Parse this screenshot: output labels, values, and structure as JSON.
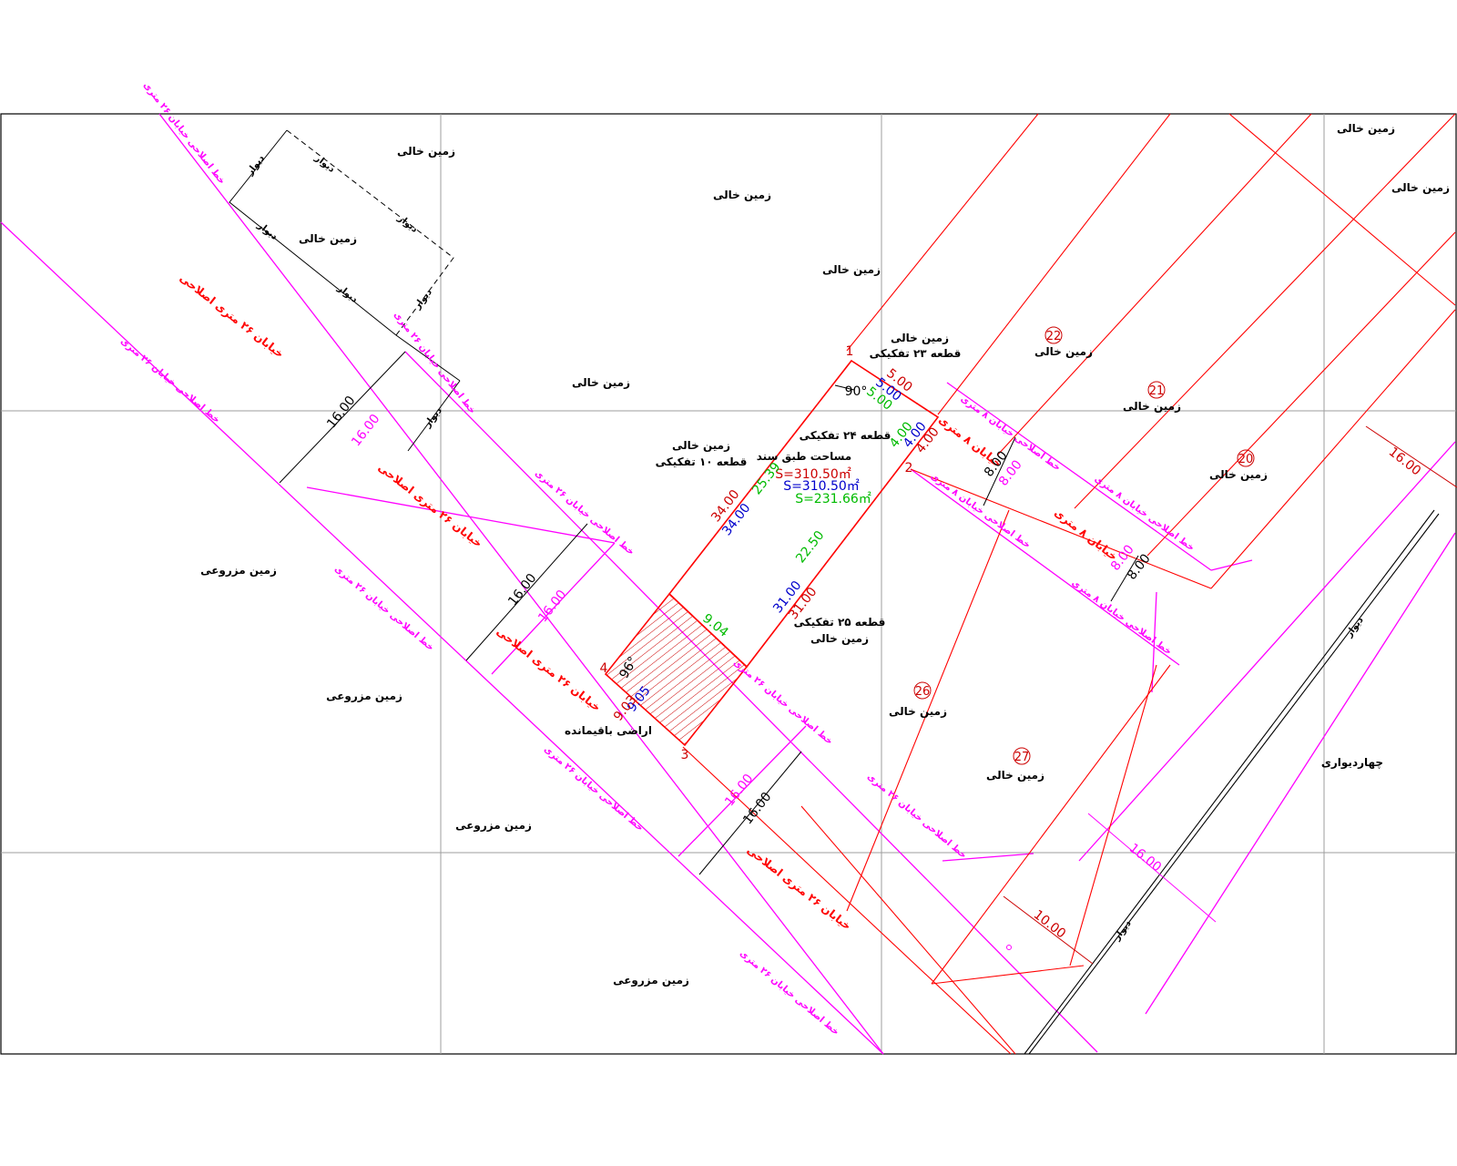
{
  "labels": {
    "vacant_land": "زمین خالی",
    "farm_land": "زمین مزروعی",
    "wall": "دیوار",
    "enclosure": "چهاردیواری",
    "remaining_land": "اراضی باقیمانده",
    "street_26": "خیابان ۲۶ متری اصلاحی",
    "street_8": "خیابان ۸ متری",
    "reform_line_26": "خط اصلاحی خیابان ۲۶ متری",
    "reform_line_8": "خط اصلاحی خیابان ۸ متری",
    "parcel_23": "قطعه ۲۳ تفکیکی",
    "parcel_24": "قطعه ۲۴ تفکیکی",
    "parcel_25": "قطعه ۲۵ تفکیکی",
    "parcel_10": "قطعه ۱۰ تفکیکی",
    "area_title": "مساحت طبق سند"
  },
  "areas": {
    "red": "S=310.50㎡",
    "blue": "S=310.50㎡",
    "green": "S=231.66㎡"
  },
  "dimensions": {
    "d16": "16.00",
    "d10": "10.00",
    "d8": "8.00",
    "d4": "4.00",
    "d5": "5.00",
    "d34": "34.00",
    "d31": "31.00",
    "d2539": "25.39",
    "d2250": "22.50",
    "d904": "9.04",
    "d905": "9.05",
    "d903": "9.03",
    "angle90": "90°",
    "angle96": "96°"
  },
  "parcel_numbers": {
    "p20": "20",
    "p21": "21",
    "p22": "22",
    "p26": "26",
    "p27": "27"
  },
  "vertices": {
    "v1": "1",
    "v2": "2",
    "v3": "3",
    "v4": "4"
  },
  "colors": {
    "street_lines": "#ff00ff",
    "parcel_lines": "#ff0000",
    "grid": "#9e9e9e",
    "hatch": "#cc0000",
    "blue_dims": "#0000cc",
    "green_dims": "#00bb00"
  }
}
